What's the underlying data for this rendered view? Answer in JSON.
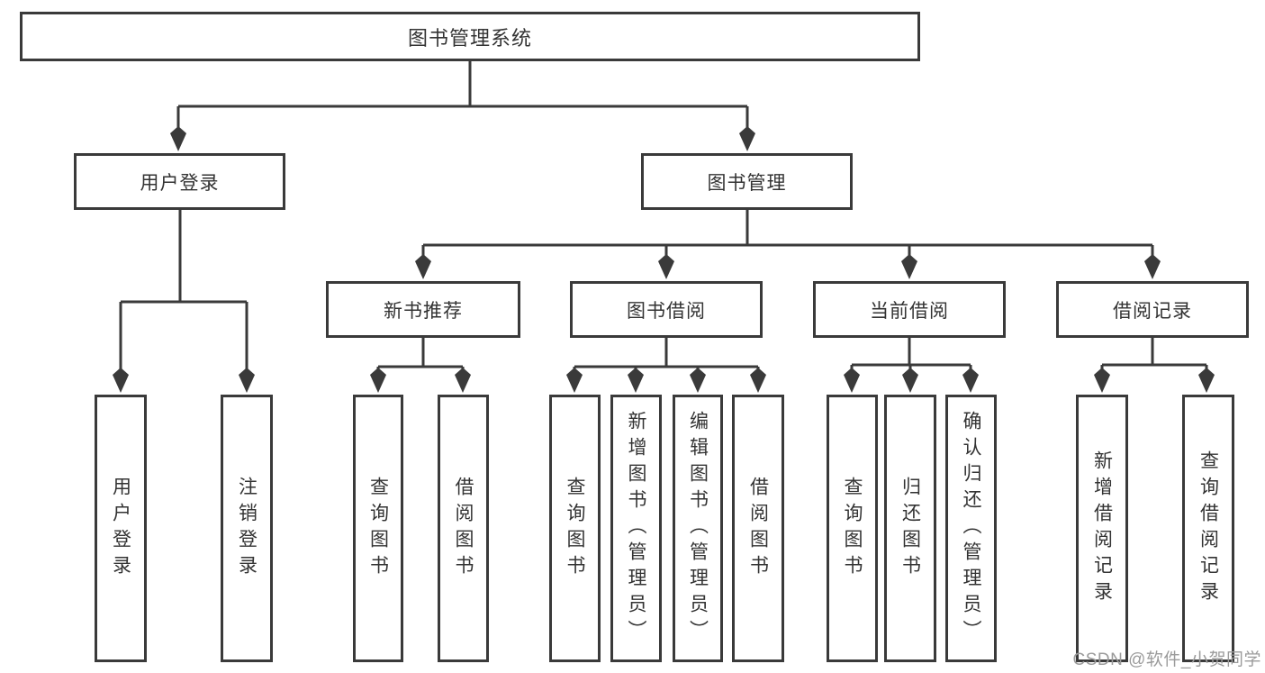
{
  "colors": {
    "line": "#3a3a3a",
    "box_border": "#3a3a3a",
    "box_background": "#ffffff",
    "text": "#333333",
    "watermark": "#9b9b9b"
  },
  "tree": {
    "root": {
      "label": "图书管理系统"
    },
    "branches": [
      {
        "label": "用户登录",
        "children": [
          {
            "label": "用户登录"
          },
          {
            "label": "注销登录"
          }
        ]
      },
      {
        "label": "图书管理",
        "children": [
          {
            "label": "新书推荐",
            "children": [
              {
                "label": "查询图书"
              },
              {
                "label": "借阅图书"
              }
            ]
          },
          {
            "label": "图书借阅",
            "children": [
              {
                "label": "查询图书"
              },
              {
                "label": "新增图书（管理员）"
              },
              {
                "label": "编辑图书（管理员）"
              },
              {
                "label": "借阅图书"
              }
            ]
          },
          {
            "label": "当前借阅",
            "children": [
              {
                "label": "查询图书"
              },
              {
                "label": "归还图书"
              },
              {
                "label": "确认归还（管理员）"
              }
            ]
          },
          {
            "label": "借阅记录",
            "children": [
              {
                "label": "新增借阅记录"
              },
              {
                "label": "查询借阅记录"
              }
            ]
          }
        ]
      }
    ]
  },
  "watermark": {
    "text": "CSDN @软件_小贺同学"
  }
}
